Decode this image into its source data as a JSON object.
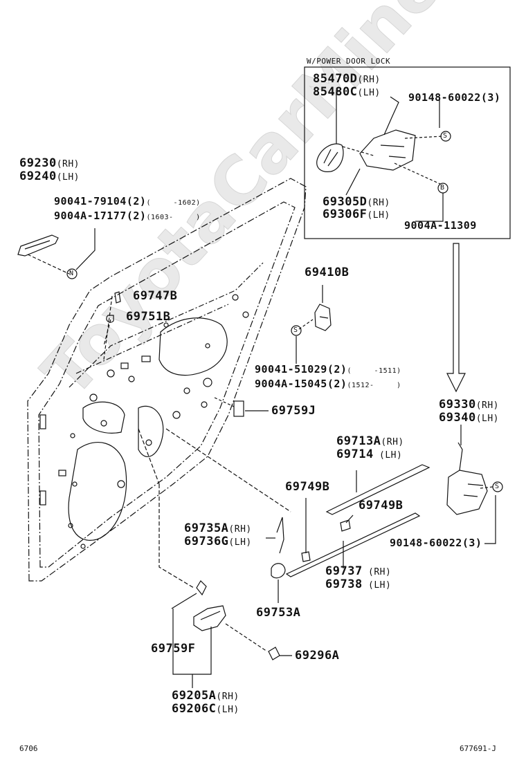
{
  "header": {
    "box_title": "W/POWER DOOR LOCK"
  },
  "watermark": "ToyotaCarMine.ru",
  "footer": {
    "left_code": "6706",
    "right_code": "677691-J"
  },
  "labels": {
    "p69230": {
      "num": "69230",
      "suffix": "(RH)"
    },
    "p69240": {
      "num": "69240",
      "suffix": "(LH)"
    },
    "p90041_79104": {
      "num": "90041-79104(2)",
      "range": "(     -1602)"
    },
    "p9004A_17177": {
      "num": "9004A-17177(2)",
      "range": "(1603-     )"
    },
    "p69747B": "69747B",
    "p69751B": "69751B",
    "p85470D": {
      "num": "85470D",
      "suffix": "(RH)"
    },
    "p85480C": {
      "num": "85480C",
      "suffix": "(LH)"
    },
    "p90148_top": "90148-60022(3)",
    "p69305D": {
      "num": "69305D",
      "suffix": "(RH)"
    },
    "p69306F": {
      "num": "69306F",
      "suffix": "(LH)"
    },
    "p9004A_11309": "9004A-11309",
    "p69410B": "69410B",
    "p90041_51029": {
      "num": "90041-51029(2)",
      "range": "(     -1511)"
    },
    "p9004A_15045": {
      "num": "9004A-15045(2)",
      "range": "(1512-     )"
    },
    "p69759J": "69759J",
    "p69330": {
      "num": "69330",
      "suffix": "(RH)"
    },
    "p69340": {
      "num": "69340",
      "suffix": "(LH)"
    },
    "p69713A": {
      "num": "69713A",
      "suffix": "(RH)"
    },
    "p69714": {
      "num": "69714",
      "suffix": " (LH)"
    },
    "p69749B_a": "69749B",
    "p69749B_b": "69749B",
    "p69735A": {
      "num": "69735A",
      "suffix": "(RH)"
    },
    "p69736G": {
      "num": "69736G",
      "suffix": "(LH)"
    },
    "p90148_bottom": "90148-60022(3)",
    "p69737": {
      "num": "69737",
      "suffix": " (RH)"
    },
    "p69738": {
      "num": "69738",
      "suffix": " (LH)"
    },
    "p69753A": "69753A",
    "p69759F": "69759F",
    "p69296A": "69296A",
    "p69205A": {
      "num": "69205A",
      "suffix": "(RH)"
    },
    "p69206C": {
      "num": "69206C",
      "suffix": "(LH)"
    }
  },
  "callouts": {
    "N": "N",
    "S1": "S",
    "B": "B",
    "S2": "S",
    "S3": "S"
  }
}
